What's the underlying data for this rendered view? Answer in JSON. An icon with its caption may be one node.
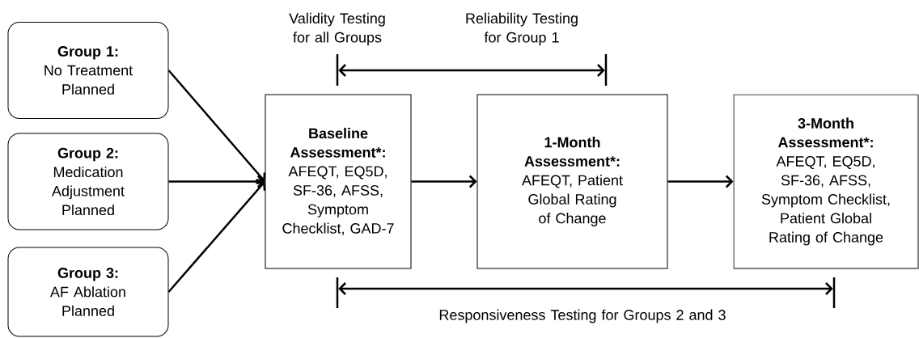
{
  "diagram": {
    "nodes": [
      {
        "text": [
          "Group 1:",
          "No Treatment Planned"
        ]
      },
      {
        "text": [
          "Group 2:",
          "Medication Adjustment Planned"
        ]
      },
      {
        "text": [
          "Group 3:",
          "AF Ablation Planned"
        ]
      },
      {
        "text": [
          "Baseline Assessment*:",
          "AFEQT, EQ5D, SF-36, AFSS, Symptom Checklist, GAD-7"
        ]
      },
      {
        "text": [
          "1-Month Assessment*:",
          "AFEQT, Patient Global Rating of Change"
        ]
      },
      {
        "text": [
          "3-Month Assessment*:",
          "AFEQT, EQ5D, SF-36, AFSS, Symptom Checklist, Patient Global Rating of Change"
        ]
      }
    ],
    "edges": [
      {
        "from": 0,
        "to": 3,
        "arrow": "to"
      },
      {
        "from": 1,
        "to": 3,
        "arrow": "to"
      },
      {
        "from": 2,
        "to": 3,
        "arrow": "to"
      },
      {
        "from": 3,
        "to": 4,
        "arrow": "to"
      },
      {
        "from": 4,
        "to": 5,
        "arrow": "to"
      }
    ],
    "labels": [
      "Validity Testing for all Groups",
      "Reliability Testing for Group 1",
      "Responsiveness Testing for Groups 2 and 3"
    ]
  }
}
